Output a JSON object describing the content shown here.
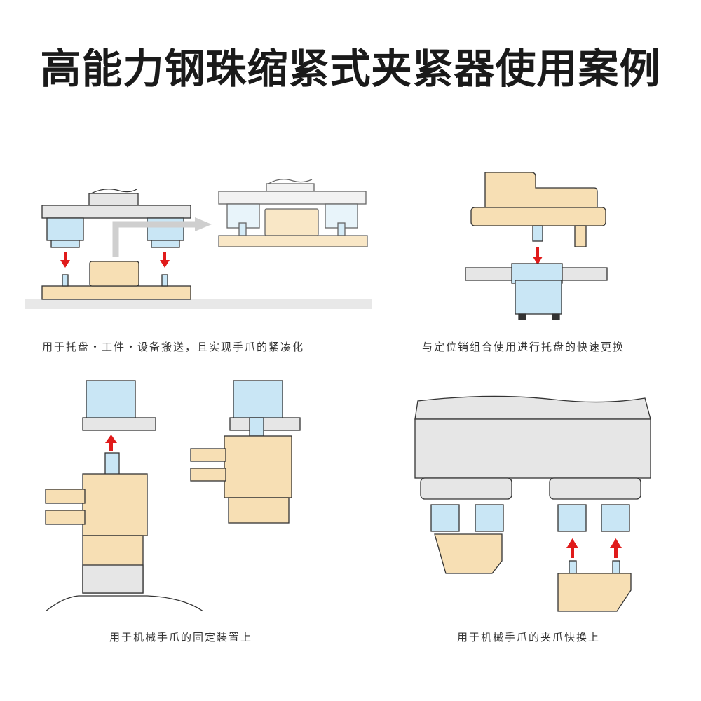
{
  "title": "高能力钢珠缩紧式夹紧器使用案例",
  "captions": {
    "top_left": "用于托盘・工件・设备搬送，且实现手爪的紧凑化",
    "top_right": "与定位销组合使用进行托盘的快速更换",
    "bottom_left": "用于机械手爪的固定装置上",
    "bottom_right": "用于机械手爪的夹爪快换上"
  },
  "colors": {
    "clamp_blue": "#c9e6f5",
    "wood": "#f7dfb4",
    "metal_grey": "#e6e6e6",
    "arrow_red": "#e01b1b",
    "outline": "#333333"
  }
}
